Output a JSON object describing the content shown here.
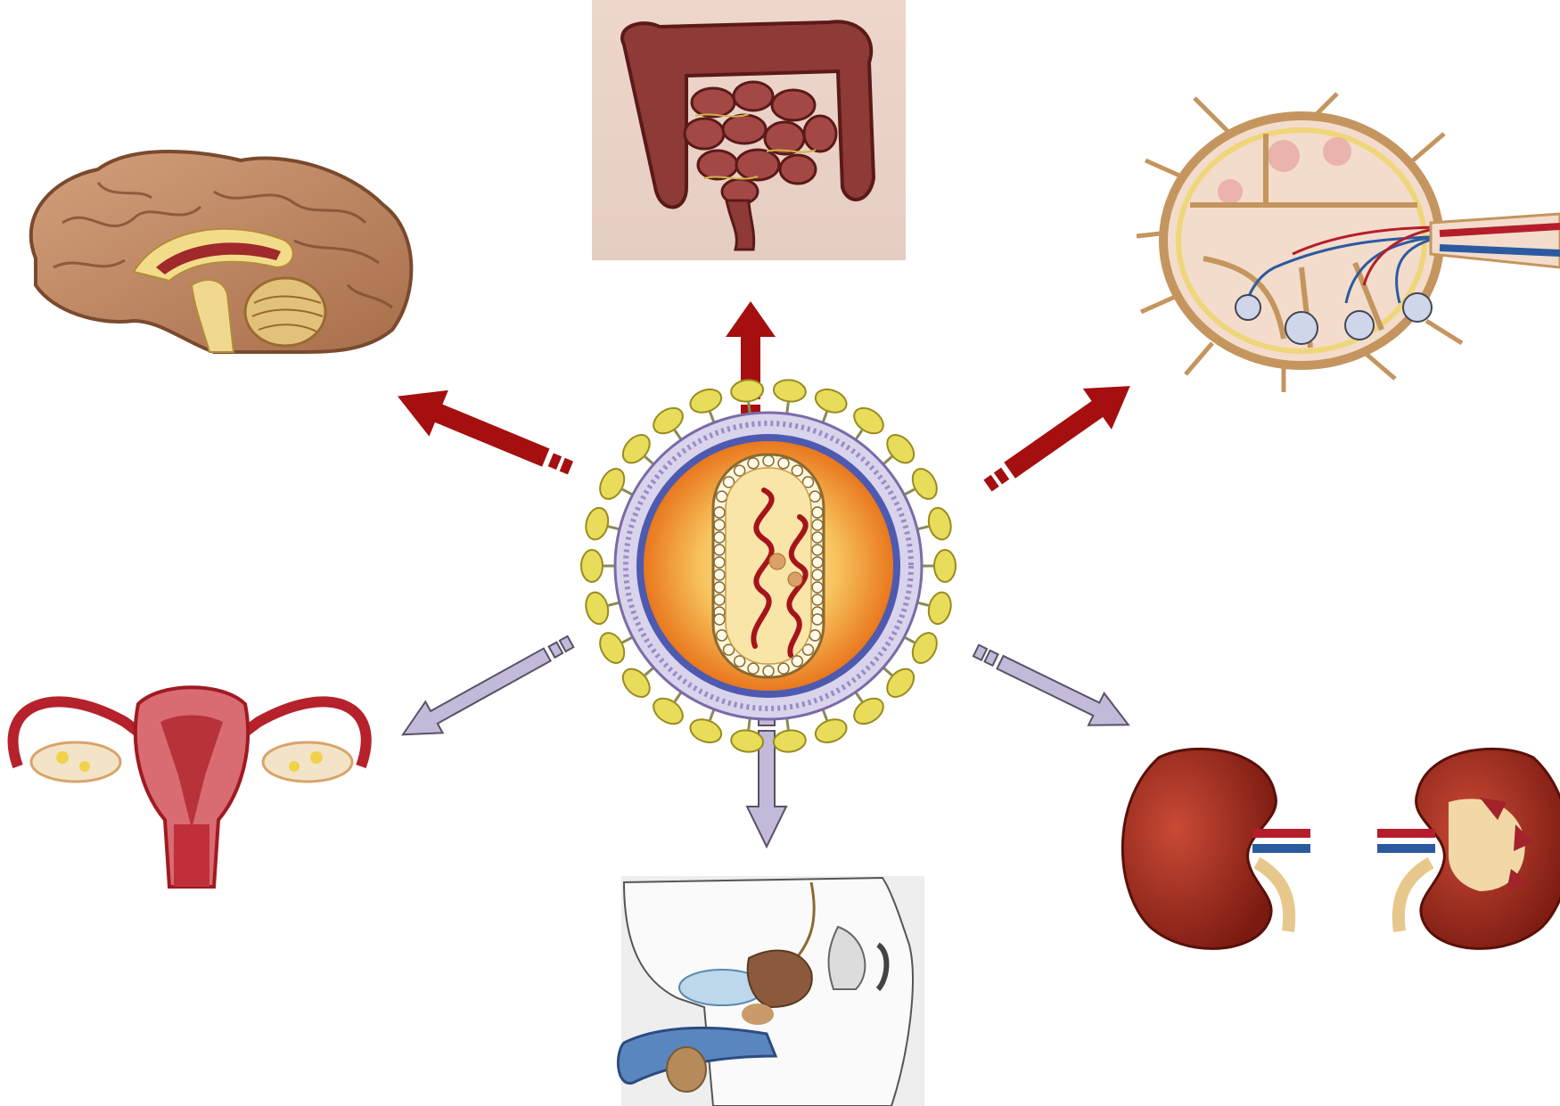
{
  "center": {
    "icon": "virus-particle-icon"
  },
  "organs": [
    {
      "id": "brain",
      "icon": "brain-icon"
    },
    {
      "id": "intestine",
      "icon": "intestine-icon"
    },
    {
      "id": "lymph-node",
      "icon": "lymph-node-icon"
    },
    {
      "id": "female-reproductive",
      "icon": "uterus-icon"
    },
    {
      "id": "male-reproductive",
      "icon": "male-reproductive-icon"
    },
    {
      "id": "kidney",
      "icon": "kidney-icon"
    }
  ],
  "colors": {
    "strong_arrow": "#a50f0f",
    "weak_arrow": "#c3b9d9",
    "weak_arrow_stroke": "#5a5166",
    "virus_envelope": "#e8dd5a",
    "virus_core": "#f2a23c",
    "virus_rna": "#a5141c"
  }
}
